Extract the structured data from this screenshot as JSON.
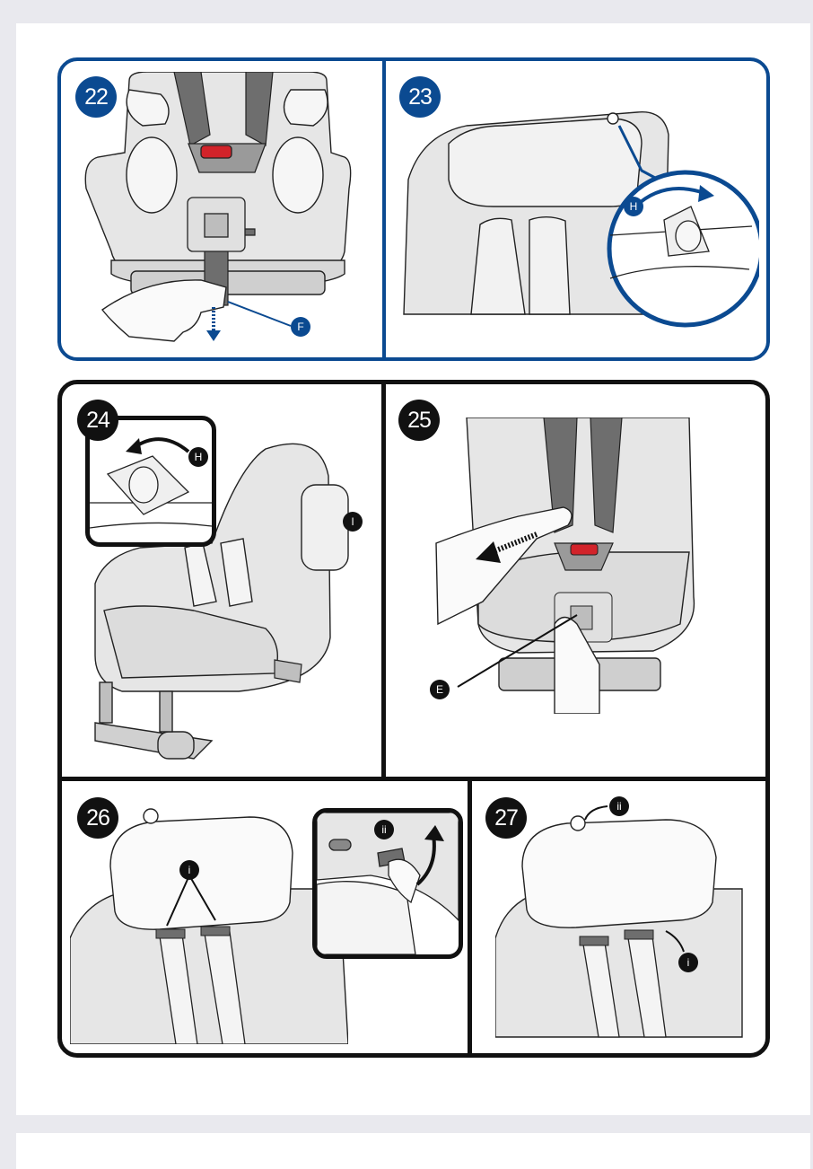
{
  "steps": {
    "s22": "22",
    "s23": "23",
    "s24": "24",
    "s25": "25",
    "s26": "26",
    "s27": "27"
  },
  "labels": {
    "F": "F",
    "H": "H",
    "H2": "H",
    "I": "I",
    "E": "E",
    "i": "i",
    "ii": "ii",
    "ii2": "ii",
    "i2": "i"
  },
  "colors": {
    "blue": "#0b4a91",
    "black": "#111111",
    "seat_gray": "#e6e6e6",
    "strap_gray": "#6e6e6e",
    "buckle_red": "#d2232a"
  },
  "icons": [
    "arrow-down-icon",
    "curved-arrow-right-icon",
    "curved-arrow-left-icon",
    "pull-arrow-icon",
    "curved-arrow-up-icon"
  ]
}
